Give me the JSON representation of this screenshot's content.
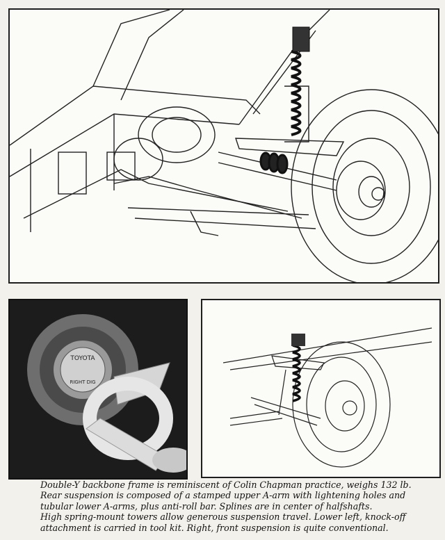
{
  "caption": {
    "lines": [
      "Double-Y backbone frame is reminiscent of Colin Chapman practice, weighs 132 lb.",
      "Rear suspension is composed of a stamped upper A-arm with lightening holes and",
      "tubular lower A-arms, plus anti-roll bar. Splines are in center of halfshafts.",
      "High spring-mount towers allow generous suspension travel. Lower left, knock-off",
      "attachment is carried in tool kit. Right, front suspension is quite conventional."
    ]
  },
  "hub_cap": {
    "text_top": "TOYOTA",
    "text_bottom": "RIGHT DIG"
  }
}
